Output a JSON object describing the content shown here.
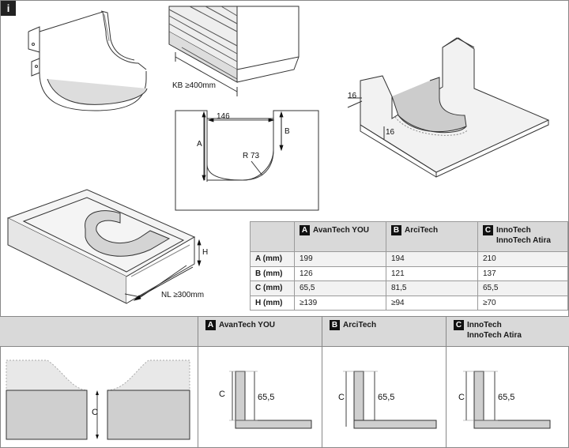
{
  "badge": "i",
  "labels": {
    "kb": "KB ≥400mm",
    "nl": "NL ≥300mm",
    "h": "H",
    "dim146": "146",
    "dimA": "A",
    "dimB": "B",
    "r73": "R 73",
    "t16a": "16",
    "t16b": "16",
    "c_left": "C"
  },
  "table": {
    "columns": [
      {
        "letter": "A",
        "name": "AvanTech YOU"
      },
      {
        "letter": "B",
        "name": "ArciTech"
      },
      {
        "letter": "C",
        "name": "InnoTech\nInnoTech Atira"
      }
    ],
    "rows": [
      {
        "label": "A (mm)",
        "values": [
          "199",
          "194",
          "210"
        ]
      },
      {
        "label": "B (mm)",
        "values": [
          "126",
          "121",
          "137"
        ]
      },
      {
        "label": "C (mm)",
        "values": [
          "65,5",
          "81,5",
          "65,5"
        ]
      },
      {
        "label": "H (mm)",
        "values": [
          "≥139",
          "≥94",
          "≥70"
        ]
      }
    ]
  },
  "bottom": {
    "columns": [
      {
        "letter": "A",
        "name": "AvanTech YOU",
        "c_label": "C",
        "value": "65,5"
      },
      {
        "letter": "B",
        "name": "ArciTech",
        "c_label": "C",
        "value": "65,5"
      },
      {
        "letter": "C",
        "name": "InnoTech\nInnoTech Atira",
        "c_label": "C",
        "value": "65,5"
      }
    ]
  }
}
